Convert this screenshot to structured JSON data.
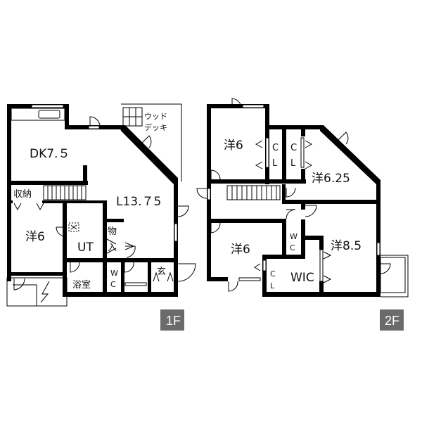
{
  "floor1": {
    "badge": "1F",
    "rooms": {
      "dk": "DK7.５",
      "living": "L13.７5",
      "western": "洋6",
      "storage": "収納",
      "utility": "UT",
      "closet_v1": "物",
      "closet_v2": "入",
      "bath": "浴室",
      "wc_w": "W",
      "wc_c": "C",
      "entrance": "玄",
      "deck_1": "ウッド",
      "deck_2": "デッキ"
    }
  },
  "floor2": {
    "badge": "2F",
    "rooms": {
      "western_nw": "洋6",
      "western_ne": "洋6.25",
      "western_sw": "洋6",
      "western_se": "洋8.5",
      "cl": "C",
      "cl_l": "L",
      "wc_w": "W",
      "wc_c": "C",
      "wic": "WIC"
    }
  },
  "colors": {
    "wall": "#000000",
    "badge": "#6b6b6b"
  }
}
